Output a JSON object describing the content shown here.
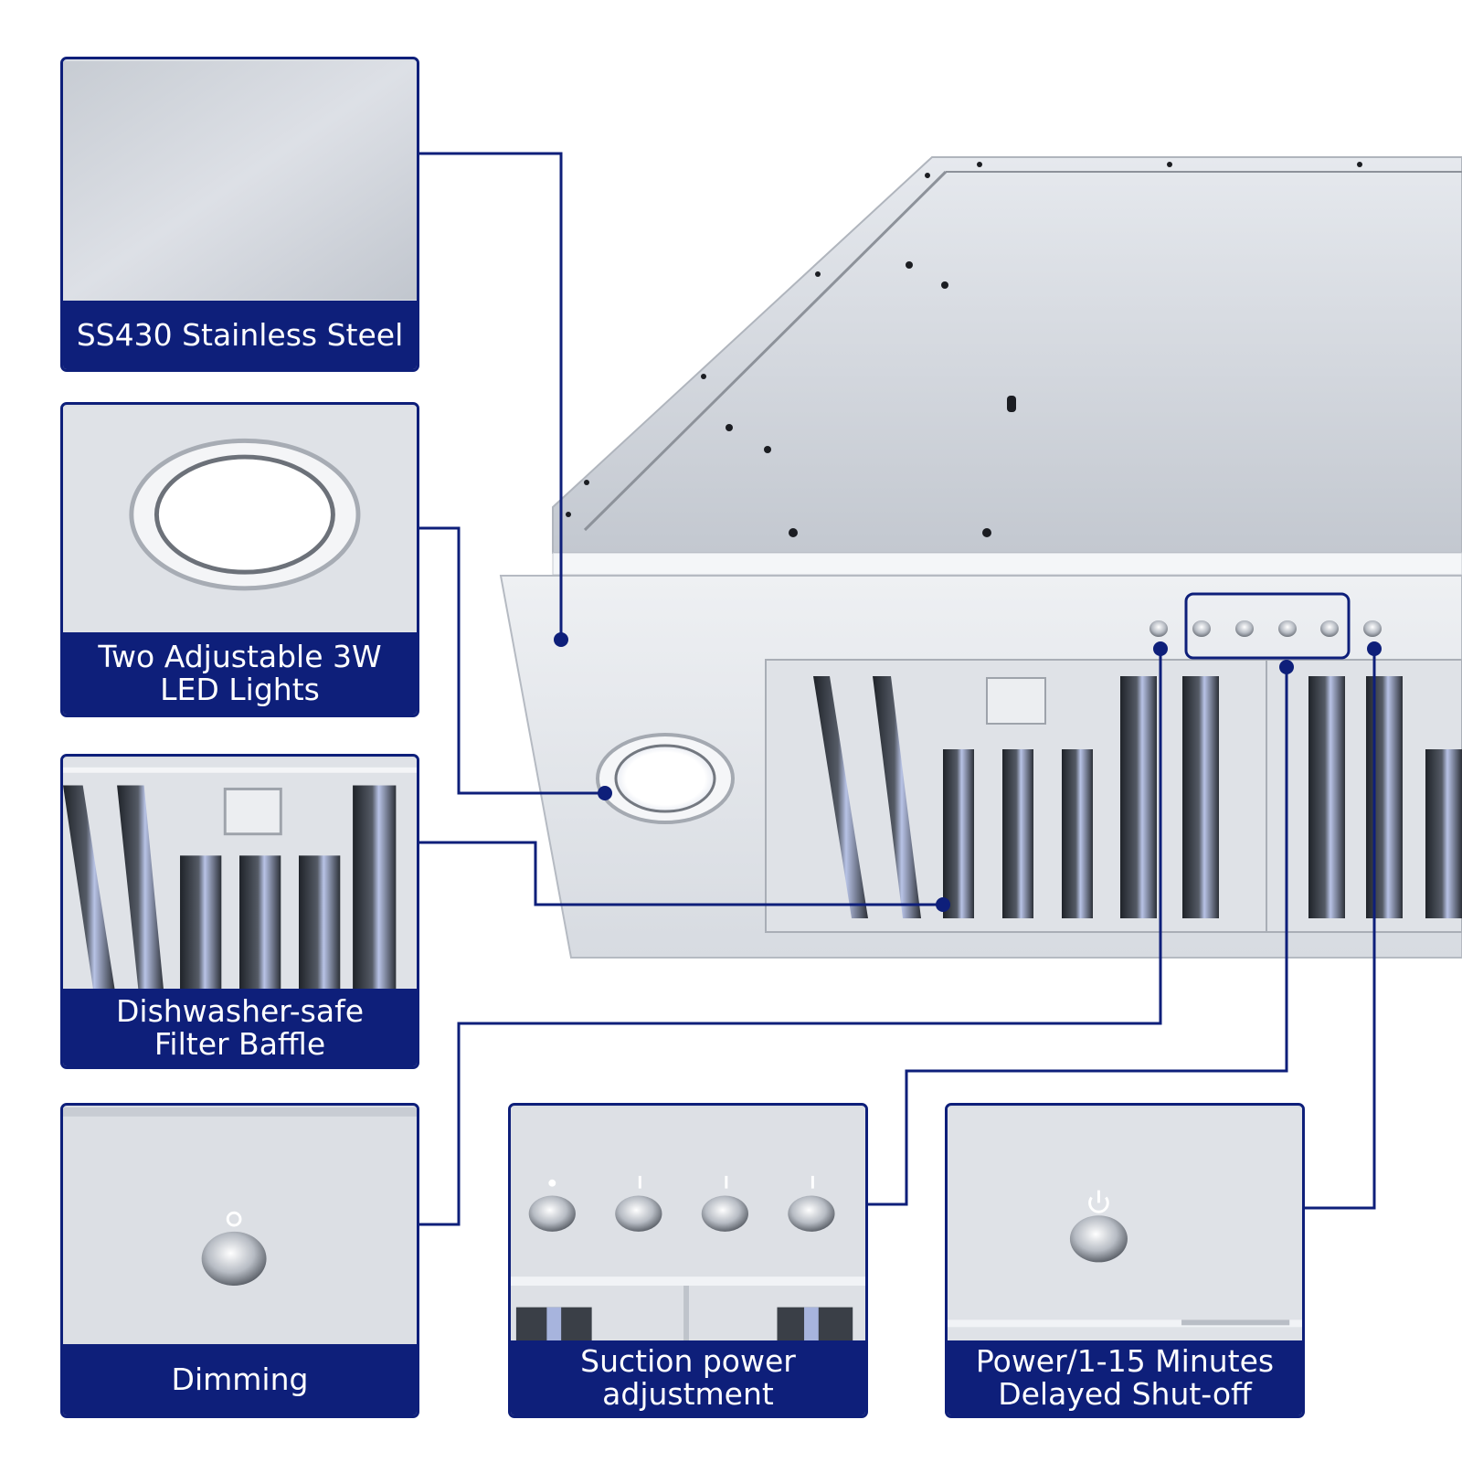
{
  "features": {
    "stainless": {
      "line1": "SS430 Stainless Steel"
    },
    "led": {
      "line1": "Two Adjustable 3W",
      "line2": "LED Lights"
    },
    "baffle": {
      "line1": "Dishwasher-safe",
      "line2": "Filter Baffle"
    },
    "dimming": {
      "line1": "Dimming"
    },
    "suction": {
      "line1": "Suction power",
      "line2": "adjustment"
    },
    "power": {
      "line1": "Power/1-15 Minutes",
      "line2": "Delayed Shut-off"
    }
  },
  "colors": {
    "brand_navy": "#0e1f7a",
    "steel_light": "#eef0f3",
    "steel_mid": "#c9cdd4",
    "steel_dark": "#9aa0aa",
    "baffle_dark": "#2b2f36"
  },
  "icons": {
    "light": "led-light-icon",
    "knob": "control-knob-icon",
    "power": "power-icon"
  }
}
